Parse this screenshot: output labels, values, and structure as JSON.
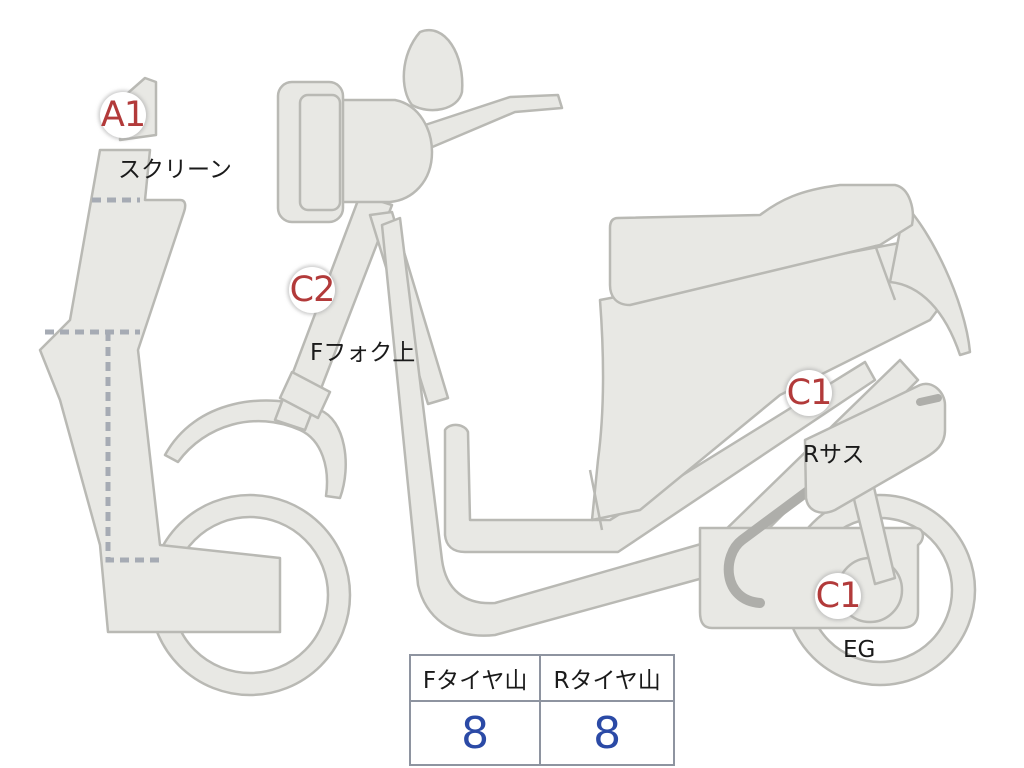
{
  "markers": [
    {
      "code": "A1",
      "label": "スクリーン"
    },
    {
      "code": "C2",
      "label": "Fフォク上"
    },
    {
      "code": "C1",
      "label": "Rサス"
    },
    {
      "code": "C1",
      "label": "EG"
    }
  ],
  "tread_table": {
    "headers": [
      "Fタイヤ山",
      "Rタイヤ山"
    ],
    "values": [
      "8",
      "8"
    ]
  },
  "colors": {
    "part_fill": "#e8e8e4",
    "part_stroke": "#b9b9b4",
    "badge_text": "#b23a3a",
    "value_text": "#2b4aa6",
    "dashed_guide": "#a6abb4"
  }
}
